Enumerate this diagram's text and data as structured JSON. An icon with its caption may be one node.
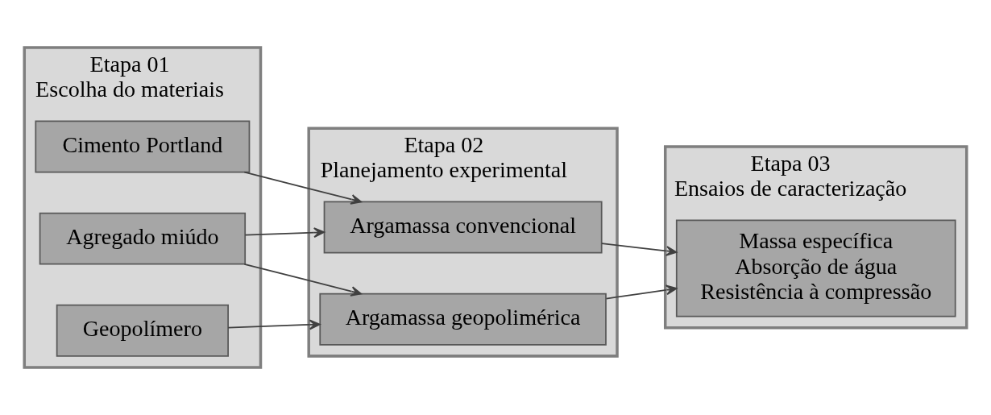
{
  "diagram": {
    "nodes": [
      {
        "text": [
          "Etapa 01",
          "Escolha do materiais"
        ]
      },
      {
        "text": [
          "Cimento Portland"
        ],
        "in": 0
      },
      {
        "text": [
          "Agregado miúdo"
        ],
        "in": 0
      },
      {
        "text": [
          "Geopolímero"
        ],
        "in": 0
      },
      {
        "text": [
          "Etapa 02",
          "Planejamento experimental"
        ]
      },
      {
        "text": [
          "Argamassa convencional"
        ],
        "in": 4
      },
      {
        "text": [
          "Argamassa geopolimérica"
        ],
        "in": 4
      },
      {
        "text": [
          "Etapa 03",
          "Ensaios de caracterização"
        ]
      },
      {
        "text": [
          "Massa específica",
          "Absorção de água",
          "Resistência à compressão"
        ],
        "in": 7
      }
    ],
    "edges": [
      {
        "from": 1,
        "to": 5,
        "arrow": "to"
      },
      {
        "from": 2,
        "to": 5,
        "arrow": "to"
      },
      {
        "from": 2,
        "to": 6,
        "arrow": "to"
      },
      {
        "from": 3,
        "to": 6,
        "arrow": "to"
      },
      {
        "from": 5,
        "to": 8,
        "arrow": "to"
      },
      {
        "from": 6,
        "to": 8,
        "arrow": "to"
      }
    ]
  }
}
